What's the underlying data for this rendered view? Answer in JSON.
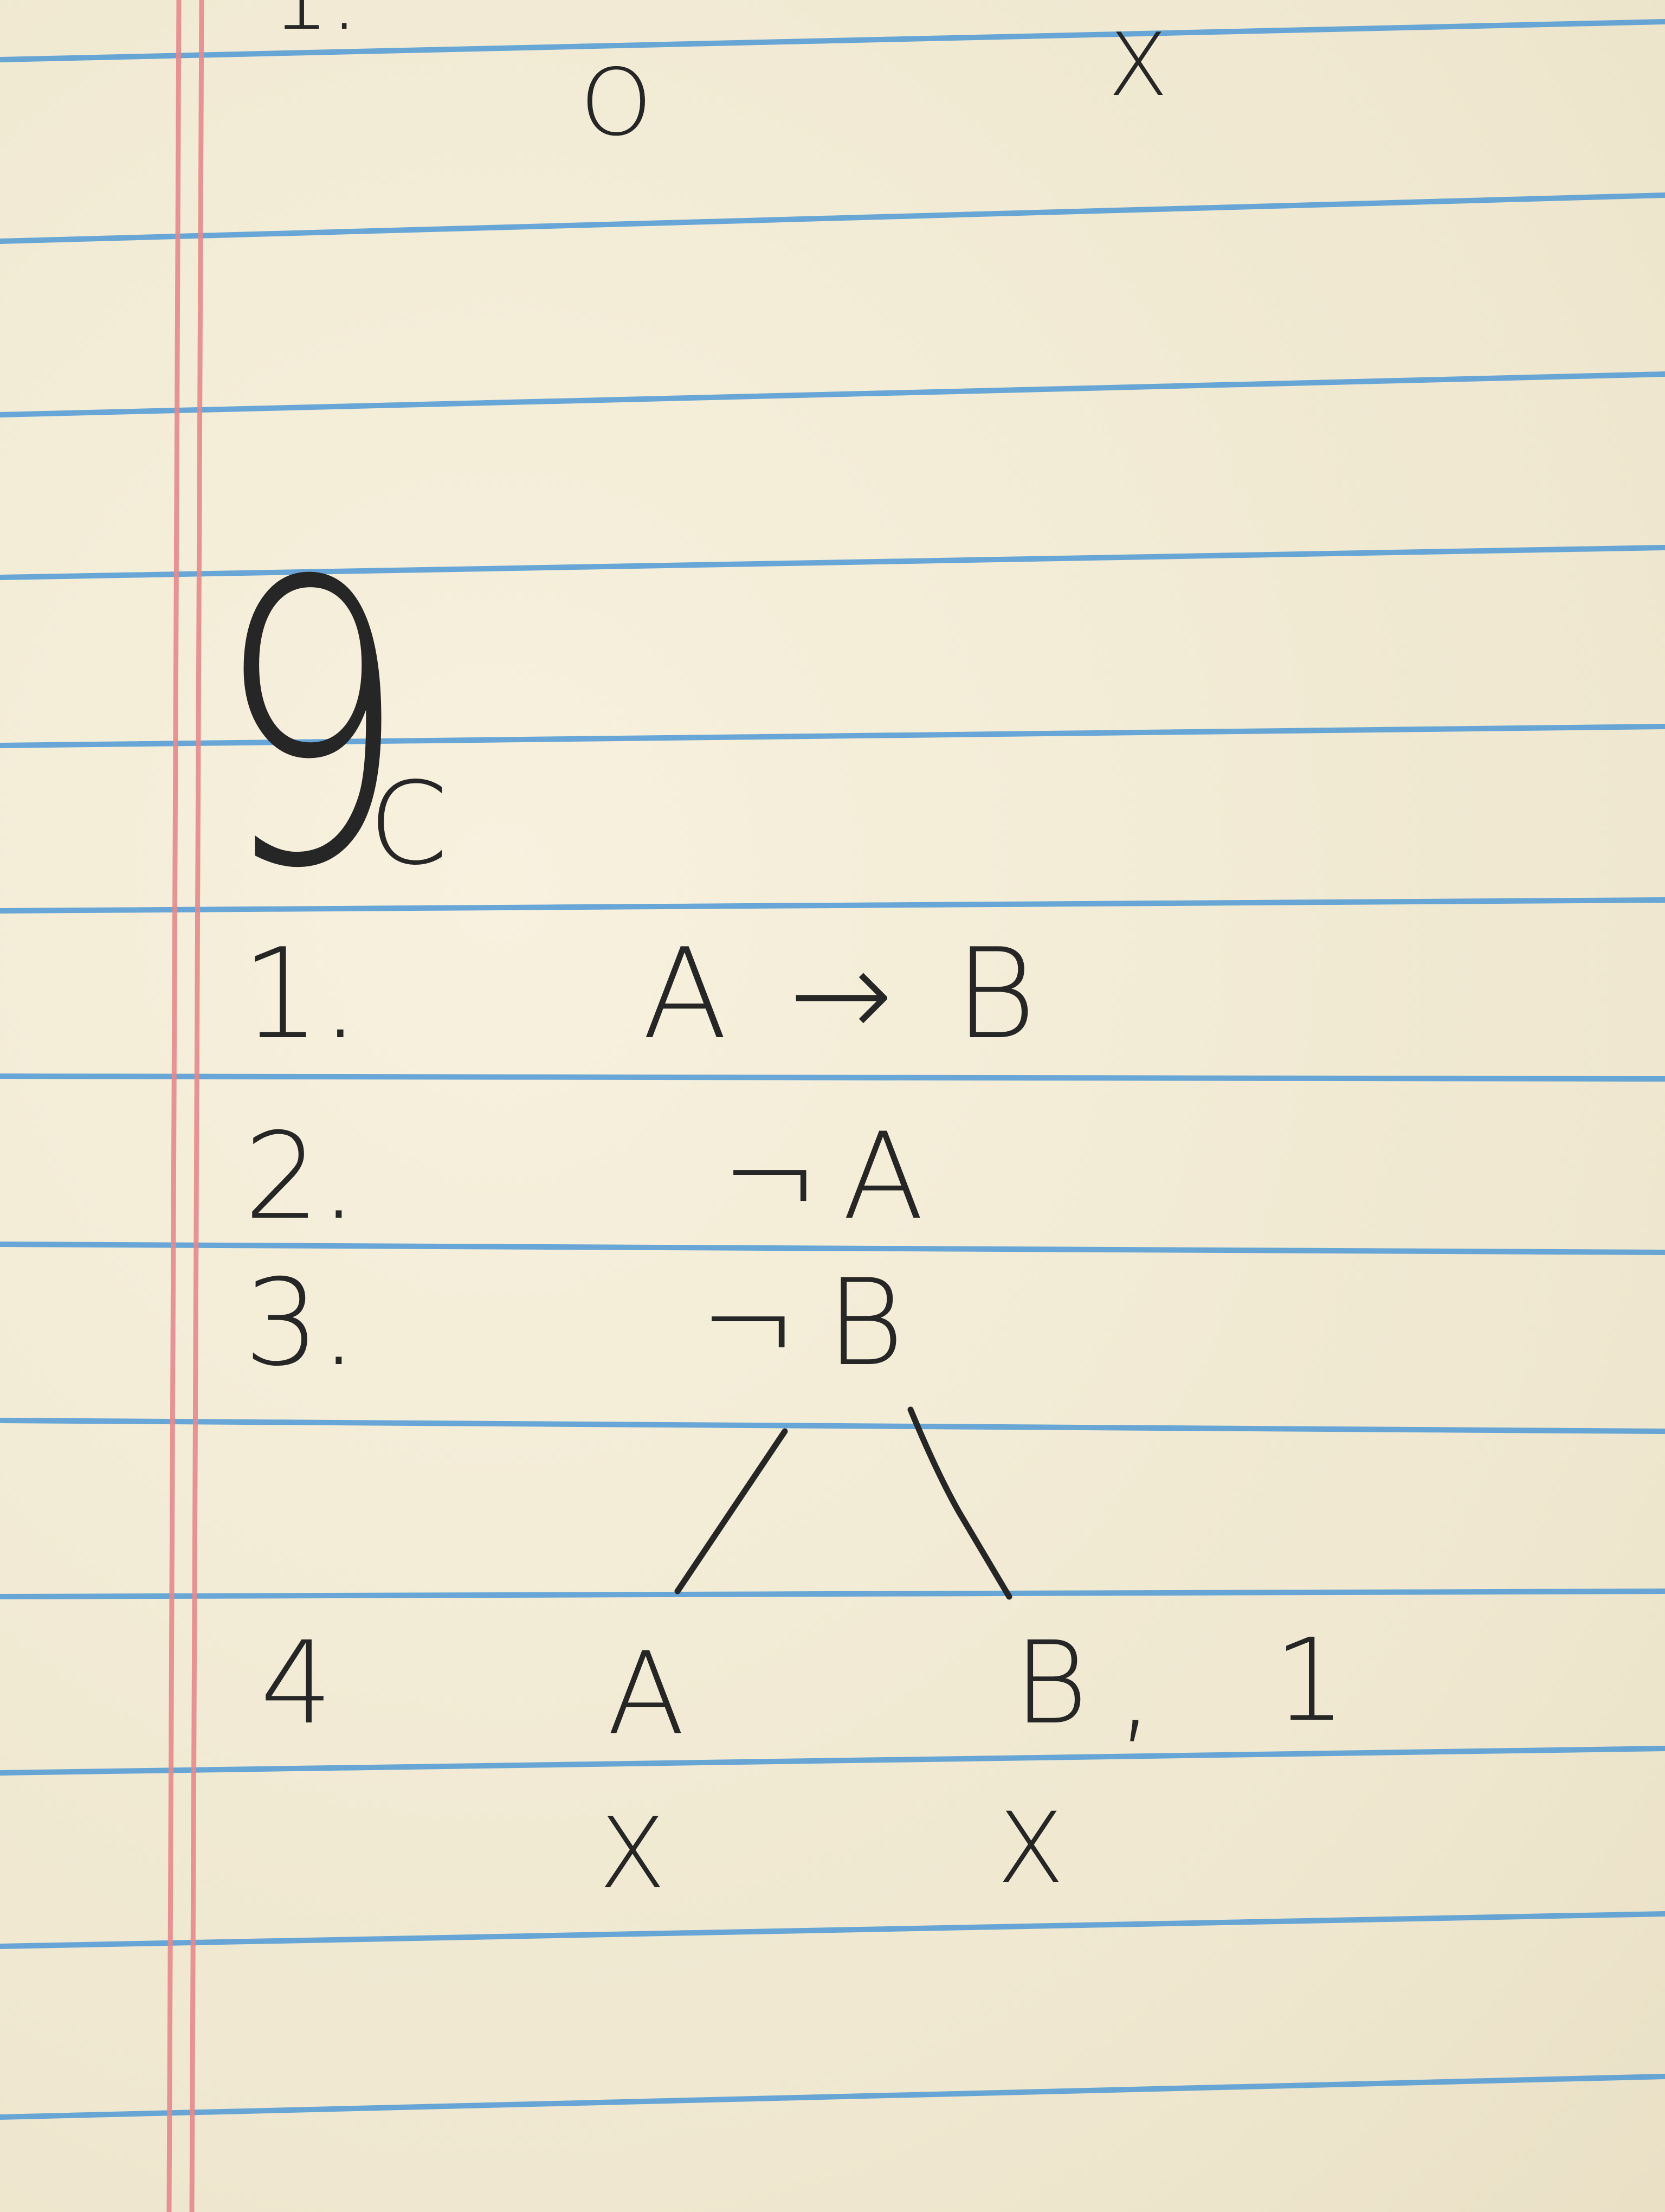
{
  "top_fragment": {
    "item_number": "1.",
    "mark_open": "O",
    "mark_cross": "X"
  },
  "problem": {
    "number": "9",
    "part": "C"
  },
  "lines": [
    {
      "number": "1.",
      "formula": "A → B"
    },
    {
      "number": "2.",
      "formula": "¬A"
    },
    {
      "number": "3.",
      "formula": "¬B"
    }
  ],
  "branch": {
    "number": "4",
    "left_leaf": "A",
    "right_leaf": "B",
    "separator": ",",
    "justification": "1",
    "left_close": "X",
    "right_close": "X"
  },
  "colors": {
    "paper": "#f3ecd7",
    "rule_blue": "#4f9ad6",
    "margin_red": "#e58a8c",
    "ink": "#262626"
  }
}
